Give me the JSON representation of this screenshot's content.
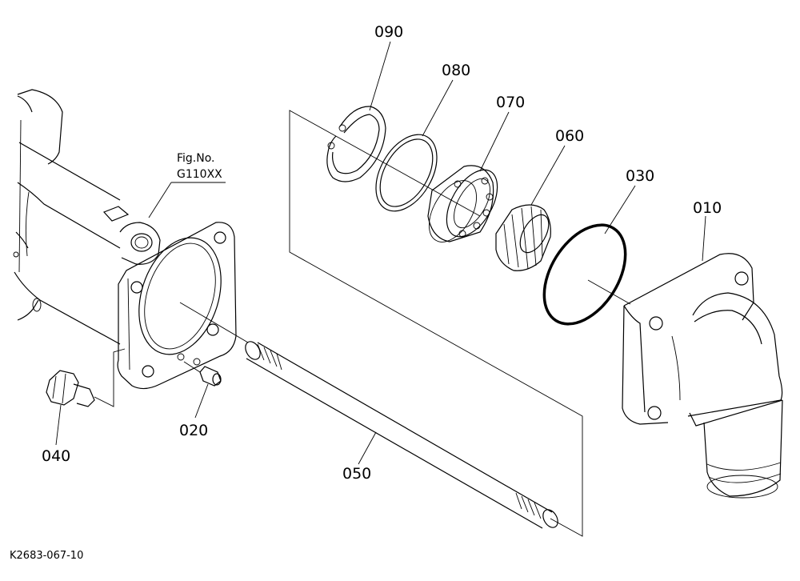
{
  "parts": [
    {
      "id": "p010",
      "label": "010"
    },
    {
      "id": "p020",
      "label": "020"
    },
    {
      "id": "p030",
      "label": "030"
    },
    {
      "id": "p040",
      "label": "040"
    },
    {
      "id": "p050",
      "label": "050"
    },
    {
      "id": "p060",
      "label": "060"
    },
    {
      "id": "p070",
      "label": "070"
    },
    {
      "id": "p080",
      "label": "080"
    },
    {
      "id": "p090",
      "label": "090"
    }
  ],
  "figure_reference": {
    "line1": "Fig.No.",
    "line2": "G110XX"
  },
  "drawing_code": "K2683-067-10"
}
